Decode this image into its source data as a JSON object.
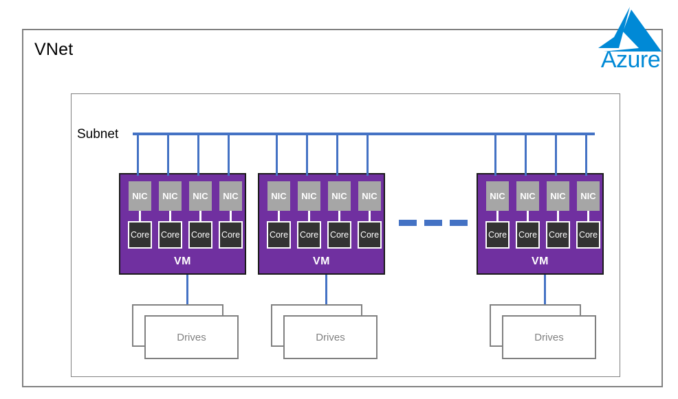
{
  "diagram": {
    "vnet": {
      "label": "VNet"
    },
    "subnet": {
      "label": "Subnet"
    },
    "branding": {
      "logo_name": "azure-logo",
      "wordmark": "Azure",
      "logo_color": "#0089d6"
    },
    "colors": {
      "vm_fill": "#7030a0",
      "nic_fill": "#a6a6a6",
      "core_fill": "#333333",
      "network_line": "#4472c4",
      "container_border": "#808080",
      "drives_border": "#808080",
      "drives_text": "#808080"
    },
    "ellipsis": {
      "label": "more-vms-ellipsis",
      "dash_count": 3
    },
    "vms": [
      {
        "label": "VM",
        "nics": [
          {
            "label": "NIC"
          },
          {
            "label": "NIC"
          },
          {
            "label": "NIC"
          },
          {
            "label": "NIC"
          }
        ],
        "cores": [
          {
            "label": "Core"
          },
          {
            "label": "Core"
          },
          {
            "label": "Core"
          },
          {
            "label": "Core"
          }
        ],
        "storage": {
          "label": "Drives",
          "sheet_count": 2
        }
      },
      {
        "label": "VM",
        "nics": [
          {
            "label": "NIC"
          },
          {
            "label": "NIC"
          },
          {
            "label": "NIC"
          },
          {
            "label": "NIC"
          }
        ],
        "cores": [
          {
            "label": "Core"
          },
          {
            "label": "Core"
          },
          {
            "label": "Core"
          },
          {
            "label": "Core"
          }
        ],
        "storage": {
          "label": "Drives",
          "sheet_count": 2
        }
      },
      {
        "label": "VM",
        "nics": [
          {
            "label": "NIC"
          },
          {
            "label": "NIC"
          },
          {
            "label": "NIC"
          },
          {
            "label": "NIC"
          }
        ],
        "cores": [
          {
            "label": "Core"
          },
          {
            "label": "Core"
          },
          {
            "label": "Core"
          },
          {
            "label": "Core"
          }
        ],
        "storage": {
          "label": "Drives",
          "sheet_count": 2
        }
      }
    ]
  }
}
